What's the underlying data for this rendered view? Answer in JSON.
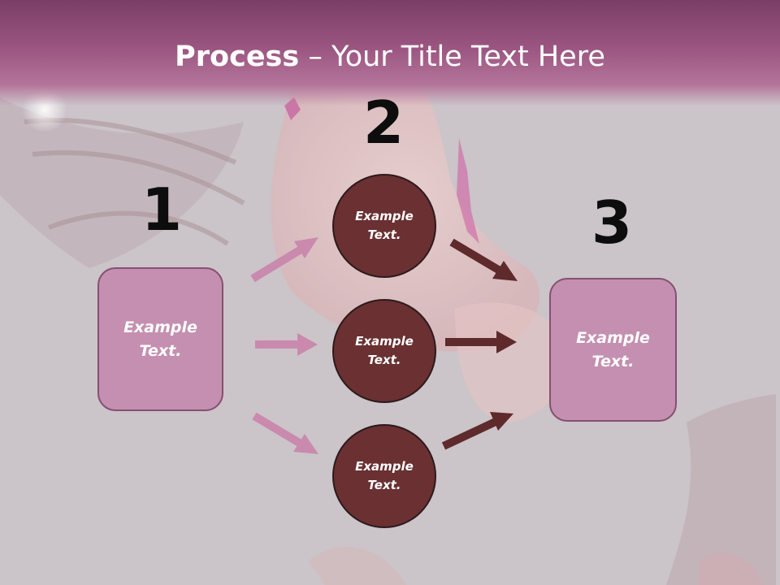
{
  "title": {
    "bold": "Process",
    "rest": " – Your Title Text Here"
  },
  "steps": [
    {
      "number": "1",
      "label": "Example\nText."
    },
    {
      "number": "2",
      "label": ""
    },
    {
      "number": "3",
      "label": "Example\nText."
    }
  ],
  "circles": [
    {
      "label": "Example\nText."
    },
    {
      "label": "Example\nText."
    },
    {
      "label": "Example\nText."
    }
  ],
  "colors": {
    "header": "#9a5580",
    "box_fill": "#c48fb0",
    "circle_fill": "#6a3032",
    "arrow_light": "#c98aae",
    "arrow_dark": "#5e2a2c"
  }
}
